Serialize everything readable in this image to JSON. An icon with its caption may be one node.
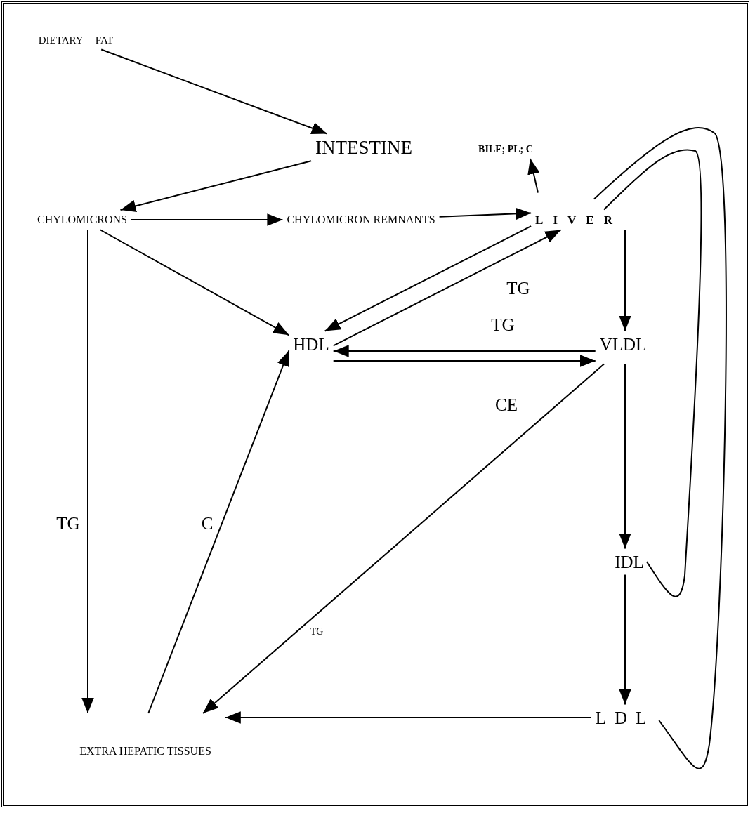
{
  "diagram": {
    "nodes": [
      {
        "text": [
          "DIETARY FAT"
        ]
      },
      {
        "text": [
          "INTESTINE"
        ]
      },
      {
        "text": [
          "BILE; PL; C"
        ]
      },
      {
        "text": [
          "CHYLOMICRONS"
        ]
      },
      {
        "text": [
          "CHYLOMICRON REMNANTS"
        ]
      },
      {
        "text": [
          "LIVER"
        ]
      },
      {
        "text": [
          "HDL"
        ]
      },
      {
        "text": [
          "VLDL"
        ]
      },
      {
        "text": [
          "IDL"
        ]
      },
      {
        "text": [
          "LDL"
        ]
      },
      {
        "text": [
          "EXTRA HEPATIC TISSUES"
        ]
      }
    ],
    "edges": [
      {
        "from": 0,
        "to": 1,
        "arrow": "to"
      },
      {
        "from": 1,
        "to": 3,
        "arrow": "to"
      },
      {
        "from": 3,
        "to": 4,
        "arrow": "to"
      },
      {
        "from": 4,
        "to": 5,
        "arrow": "to"
      },
      {
        "from": 5,
        "to": 2,
        "arrow": "to"
      },
      {
        "from": 5,
        "to": 7,
        "arrow": "to"
      },
      {
        "from": 6,
        "to": 5,
        "arrow": "to",
        "label": "TG"
      },
      {
        "from": 5,
        "to": 6,
        "arrow": "to"
      },
      {
        "from": 7,
        "to": 6,
        "arrow": "to",
        "label": "TG"
      },
      {
        "from": 6,
        "to": 7,
        "arrow": "to",
        "label": "CE"
      },
      {
        "from": 3,
        "to": 6,
        "arrow": "to"
      },
      {
        "from": 3,
        "to": 10,
        "arrow": "to",
        "label": "TG"
      },
      {
        "from": 10,
        "to": 6,
        "arrow": "to",
        "label": "C"
      },
      {
        "from": 7,
        "to": 10,
        "arrow": "to",
        "label": "TG"
      },
      {
        "from": 7,
        "to": 8,
        "arrow": "to"
      },
      {
        "from": 8,
        "to": 9,
        "arrow": "to"
      },
      {
        "from": 9,
        "to": 10,
        "arrow": "to"
      },
      {
        "from": 5,
        "to": 8,
        "arrow": "none"
      },
      {
        "from": 5,
        "to": 9,
        "arrow": "none"
      }
    ]
  }
}
